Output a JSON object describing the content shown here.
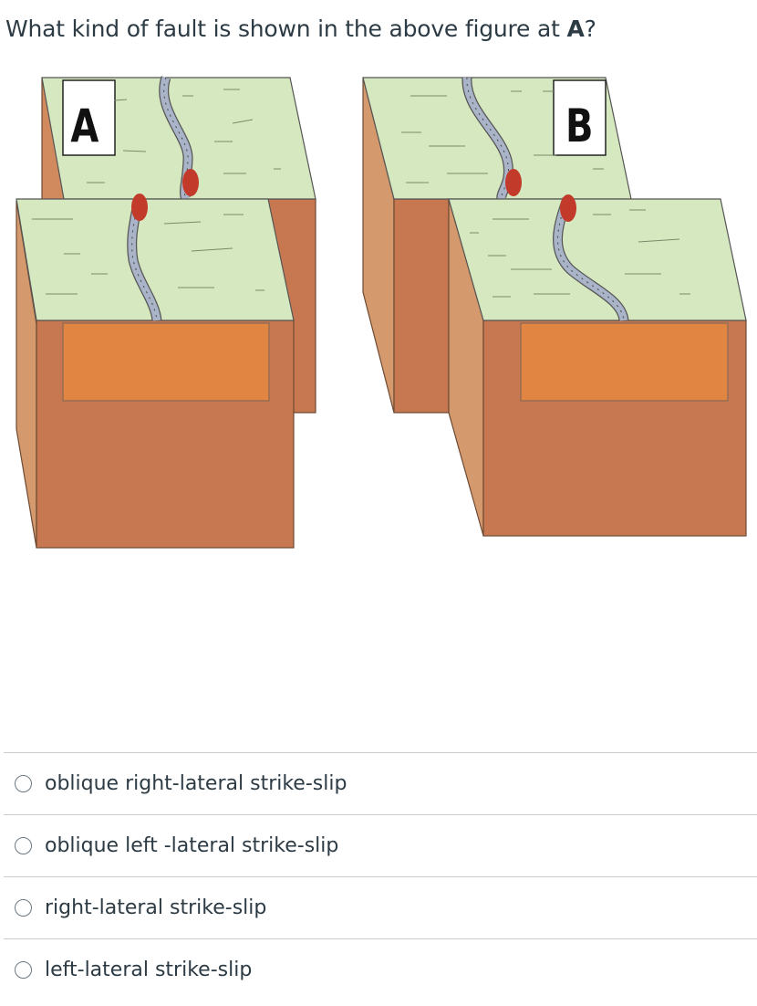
{
  "question": {
    "text_before": "What kind of fault is shown in the above figure at ",
    "bold": "A",
    "text_after": "?"
  },
  "figure": {
    "labels": {
      "left": "A",
      "right": "B"
    },
    "colors": {
      "grass": "#d6e8bf",
      "cliff_side": "#c87850",
      "cliff_light": "#d49a6e",
      "front_panel": "#e08542",
      "river": "#aab4c8",
      "marker": "#c23a2a"
    }
  },
  "answers": [
    {
      "label": "oblique right-lateral strike-slip"
    },
    {
      "label": "oblique left -lateral strike-slip"
    },
    {
      "label": "right-lateral strike-slip"
    },
    {
      "label": "left-lateral strike-slip"
    }
  ]
}
